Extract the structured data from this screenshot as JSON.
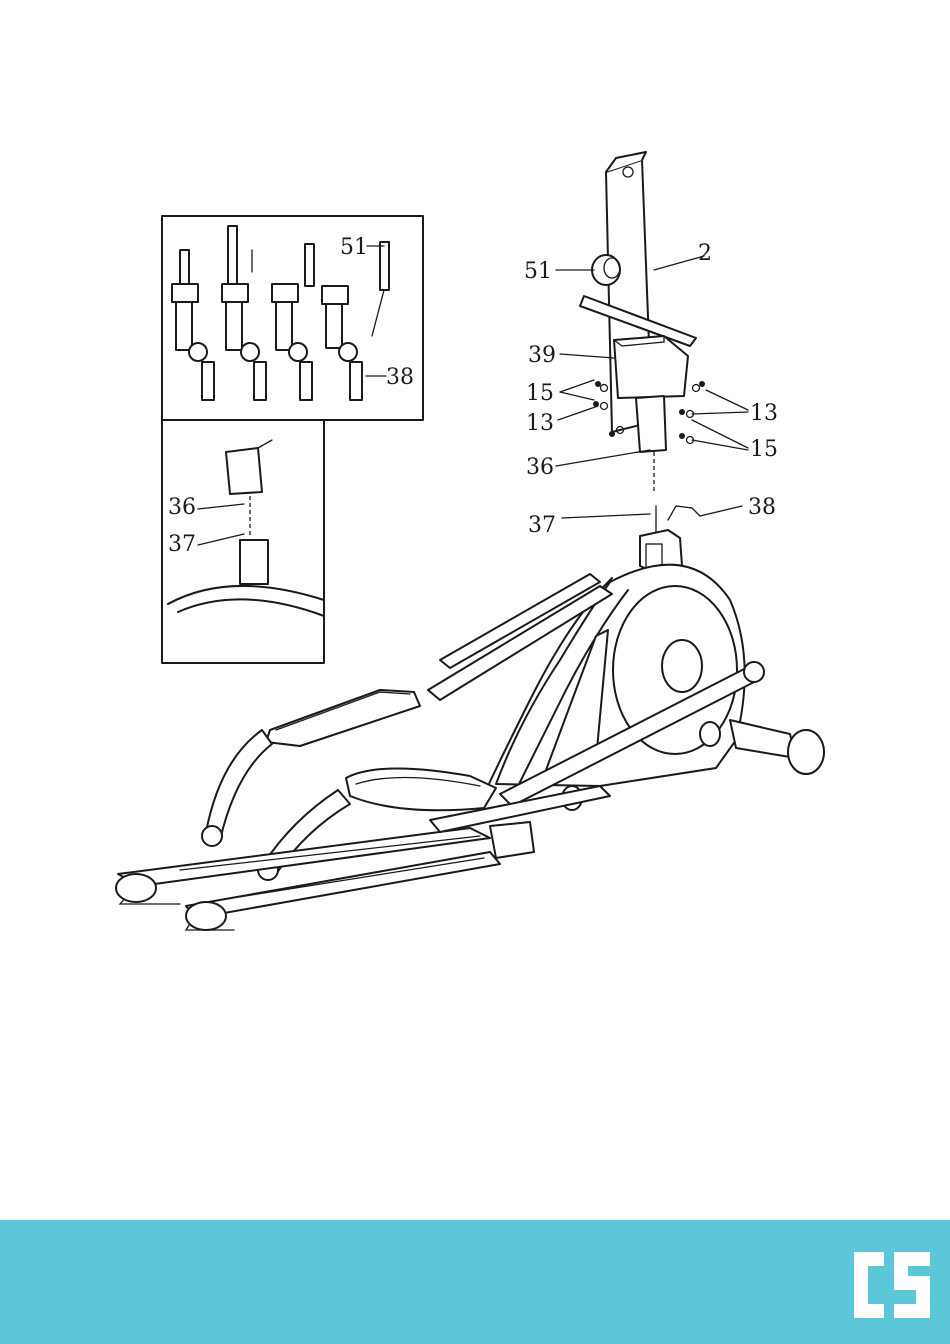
{
  "callouts": {
    "c2": "2",
    "c51_main": "51",
    "c39": "39",
    "c15_left": "15",
    "c13_left": "13",
    "c13_right": "13",
    "c15_right": "15",
    "c36_main": "36",
    "c37_main": "37",
    "c38_main": "38",
    "c51_inset": "51",
    "c38_inset": "38",
    "c36_inset": "36",
    "c37_inset": "37"
  },
  "footer": {
    "logo": "CS",
    "band_color": "#5bc7d8"
  }
}
